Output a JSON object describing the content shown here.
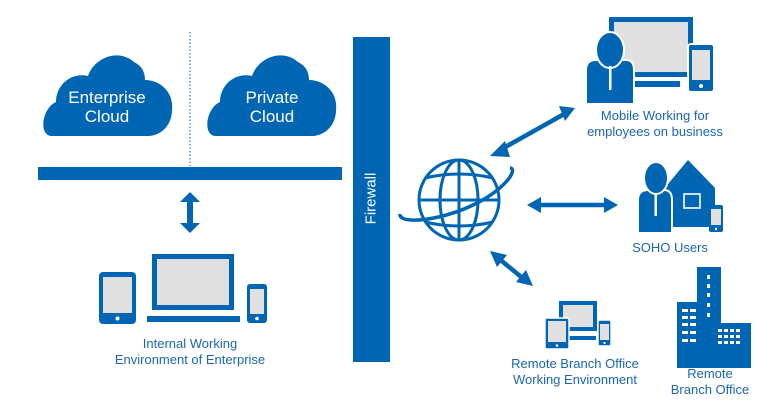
{
  "colors": {
    "primary": "#0066B3",
    "screen_fill": "#E0E0E0",
    "text": "#1A66B0",
    "white": "#FFFFFF"
  },
  "clouds": [
    {
      "id": "enterprise-cloud",
      "line1": "Enterprise",
      "line2": "Cloud"
    },
    {
      "id": "private-cloud",
      "line1": "Private",
      "line2": "Cloud"
    }
  ],
  "firewall": {
    "label": "Firewall"
  },
  "internal": {
    "line1": "Internal Working",
    "line2": "Environment of Enterprise",
    "icons": [
      "tablet-icon",
      "laptop-icon",
      "phone-icon"
    ]
  },
  "globe": {
    "icon": "globe-icon"
  },
  "endpoints": [
    {
      "id": "mobile-working",
      "line1": "Mobile Working for",
      "line2": "employees on business",
      "icons": [
        "user-icon",
        "monitor-icon",
        "phone-icon"
      ]
    },
    {
      "id": "soho-users",
      "line1": "SOHO Users",
      "line2": "",
      "icons": [
        "user-icon",
        "house-icon",
        "phone-icon"
      ]
    },
    {
      "id": "remote-branch-env",
      "line1": "Remote Branch Office",
      "line2": "Working Environment",
      "icons": [
        "tablet-icon",
        "monitor-icon",
        "phone-icon"
      ]
    },
    {
      "id": "remote-branch-office",
      "line1": "Remote",
      "line2": "Branch Office",
      "icons": [
        "building-icon"
      ]
    }
  ]
}
